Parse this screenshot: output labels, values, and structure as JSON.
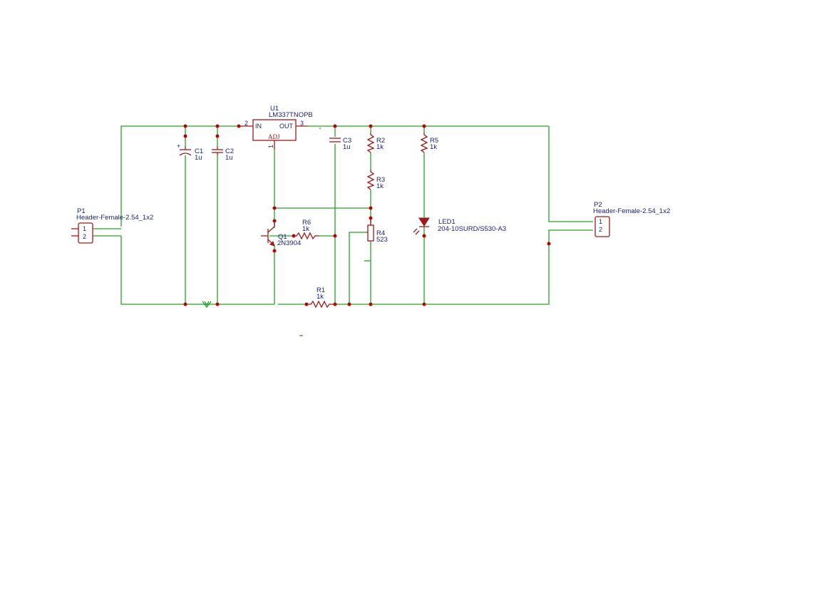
{
  "parts": {
    "u1": {
      "ref": "U1",
      "value": "LM337TNOPB",
      "pin_in": "IN",
      "pin_out": "OUT",
      "pin_adj": "ADJ",
      "pin2": "2",
      "pin3": "3",
      "pin1": "1"
    },
    "c1": {
      "ref": "C1",
      "value": "1u"
    },
    "c2": {
      "ref": "C2",
      "value": "1u"
    },
    "c3": {
      "ref": "C3",
      "value": "1u"
    },
    "r1": {
      "ref": "R1",
      "value": "1k"
    },
    "r2": {
      "ref": "R2",
      "value": "1k"
    },
    "r3": {
      "ref": "R3",
      "value": "1k"
    },
    "r4": {
      "ref": "R4",
      "value": "523"
    },
    "r5": {
      "ref": "R5",
      "value": "1k"
    },
    "r6": {
      "ref": "R6",
      "value": "1k"
    },
    "q1": {
      "ref": "Q1",
      "value": "2N3904"
    },
    "led1": {
      "ref": "LED1",
      "value": "204-10SURD/S530-A3"
    },
    "p1": {
      "ref": "P1",
      "value": "Header-Female-2.54_1x2",
      "pin1": "1",
      "pin2": "2"
    },
    "p2": {
      "ref": "P2",
      "value": "Header-Female-2.54_1x2",
      "pin1": "1",
      "pin2": "2"
    }
  },
  "colors": {
    "wire": "#2aa02a",
    "component": "#a01818",
    "junction": "#c00000",
    "label": "#1a237e"
  }
}
